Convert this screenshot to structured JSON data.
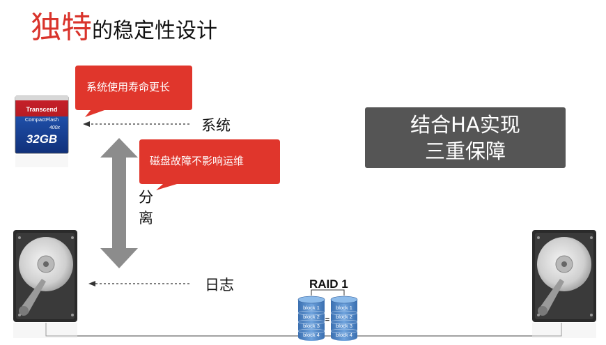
{
  "title": {
    "accent": "独特",
    "rest": "的稳定性设计"
  },
  "callouts": {
    "top": "系统使用寿命更长",
    "middle": "磁盘故障不影响运维"
  },
  "labels": {
    "system": "系统",
    "separate": "分离",
    "log": "日志"
  },
  "cf_card": {
    "brand": "Transcend",
    "type": "CompactFlash",
    "speed": "400x",
    "capacity": "32GB"
  },
  "ha_box": {
    "line1": "结合HA实现",
    "line2": "三重保障"
  },
  "raid": {
    "label": "RAID 1",
    "equals": "=",
    "disk_left": [
      "block 1",
      "block 2",
      "block 3",
      "block 4"
    ],
    "disk_right": [
      "block 1",
      "block 2",
      "block 3",
      "block 4"
    ]
  },
  "colors": {
    "accent_red": "#d9332b",
    "callout_red": "#e0362c",
    "arrow_gray": "#8c8c8c",
    "box_gray": "#555555",
    "disk_blue": "#4f86c6"
  }
}
